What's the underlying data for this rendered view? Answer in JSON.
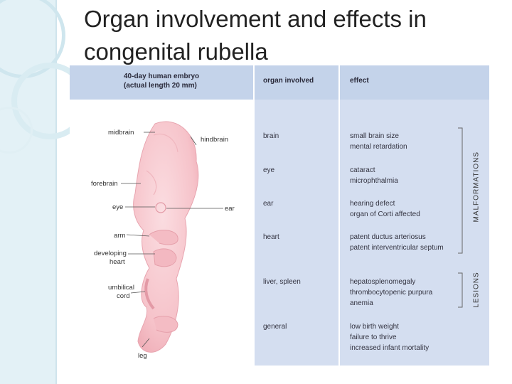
{
  "title": "Organ involvement and effects in congenital rubella",
  "figure": {
    "embryo_header": [
      "40-day human embryo",
      "(actual length 20 mm)"
    ],
    "organ_header": "organ involved",
    "effect_header": "effect",
    "embryo_labels": {
      "midbrain": "midbrain",
      "hindbrain": "hindbrain",
      "forebrain": "forebrain",
      "eye": "eye",
      "ear": "ear",
      "arm": "arm",
      "developing_heart": [
        "developing",
        "heart"
      ],
      "umbilical_cord": [
        "umbilical",
        "cord"
      ],
      "leg": "leg"
    },
    "rows": [
      {
        "organ": "brain",
        "effects": [
          "small brain size",
          "mental retardation"
        ]
      },
      {
        "organ": "eye",
        "effects": [
          "cataract",
          "microphthalmia"
        ]
      },
      {
        "organ": "ear",
        "effects": [
          "hearing defect",
          "organ of Corti affected"
        ]
      },
      {
        "organ": "heart",
        "effects": [
          "patent ductus arteriosus",
          "patent interventricular septum"
        ]
      },
      {
        "organ": "liver, spleen",
        "effects": [
          "hepatosplenomegaly",
          "thrombocytopenic purpura",
          "anemia"
        ]
      },
      {
        "organ": "general",
        "effects": [
          "low birth weight",
          "failure to thrive",
          "increased infant mortality"
        ]
      }
    ],
    "group_labels": {
      "malformations": "MALFORMATIONS",
      "lesions": "LESIONS"
    },
    "colors": {
      "header": "#c4d3ea",
      "panel": "#d4def0",
      "embryo": "#f7c9cf"
    }
  }
}
